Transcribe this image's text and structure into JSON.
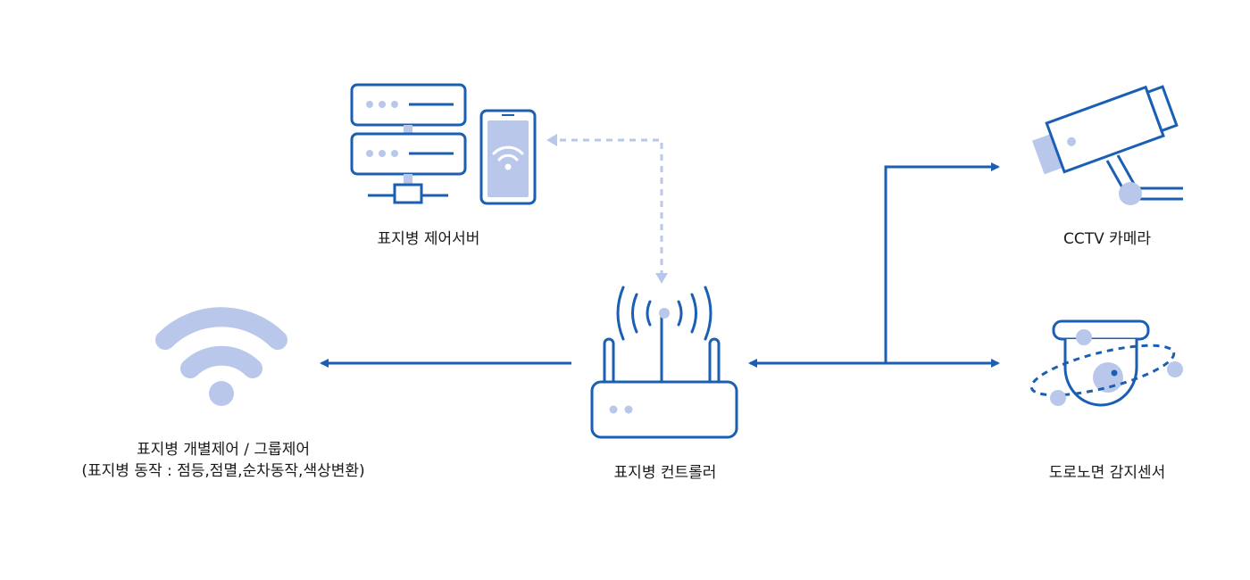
{
  "nodes": {
    "server": {
      "label": "표지병 제어서버"
    },
    "cctv": {
      "label": "CCTV 카메라"
    },
    "controller": {
      "label": "표지병 컨트롤러"
    },
    "sensor": {
      "label": "도로노면 감지센서"
    },
    "wifi": {
      "line1": "표지병 개별제어 / 그룹제어",
      "line2": "(표지병 동작 : 점등,점멸,순차동작,색상변환)"
    }
  },
  "colors": {
    "primary": "#1a5fb4",
    "light": "#b9c8ea",
    "text": "#1a1a1a"
  },
  "icons": {
    "server": "server-stack-icon",
    "phone": "smartphone-wifi-icon",
    "router": "wireless-router-icon",
    "wifi": "wifi-signal-icon",
    "cctv": "cctv-camera-icon",
    "sensor": "dome-sensor-icon"
  }
}
